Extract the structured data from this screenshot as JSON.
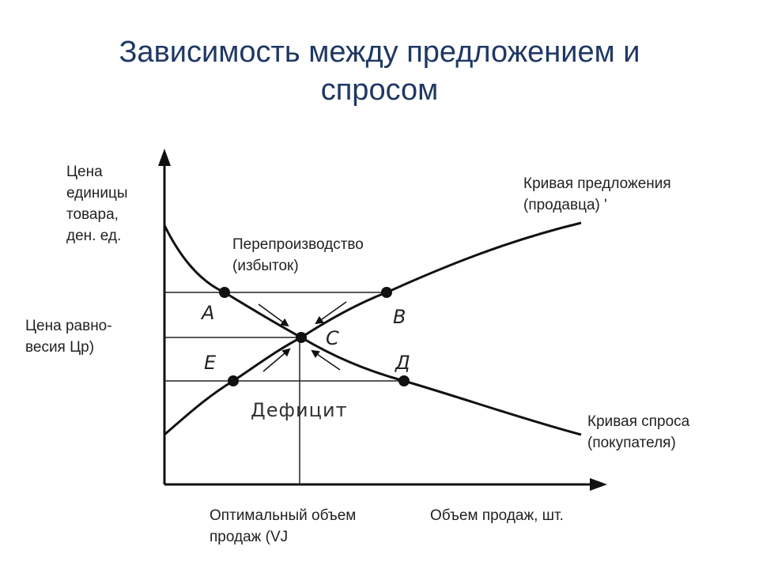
{
  "slide": {
    "title_line1": "Зависимость между предложением и",
    "title_line2": "спросом"
  },
  "labels": {
    "y_axis": [
      "Цена",
      "единицы",
      "товара,",
      "ден. ед."
    ],
    "equilibrium_price": [
      "Цена равно-",
      "весия Цр)"
    ],
    "overproduction": [
      "Перепроизводство",
      "(избыток)"
    ],
    "supply_curve": [
      "Кривая предложения",
      "(продавца) '"
    ],
    "demand_curve": [
      "Кривая спроса",
      "(покупателя)"
    ],
    "optimal_volume": [
      "Оптимальный объем",
      "продаж (VJ"
    ],
    "x_axis": "Объем продаж, шт."
  },
  "diagram": {
    "points": {
      "A": "А",
      "B": "В",
      "C": "С",
      "D": "Д",
      "E": "Е"
    },
    "deficit_label": "Дефицит"
  },
  "colors": {
    "title": "#1f3864",
    "text": "#222222",
    "line": "#111111"
  }
}
